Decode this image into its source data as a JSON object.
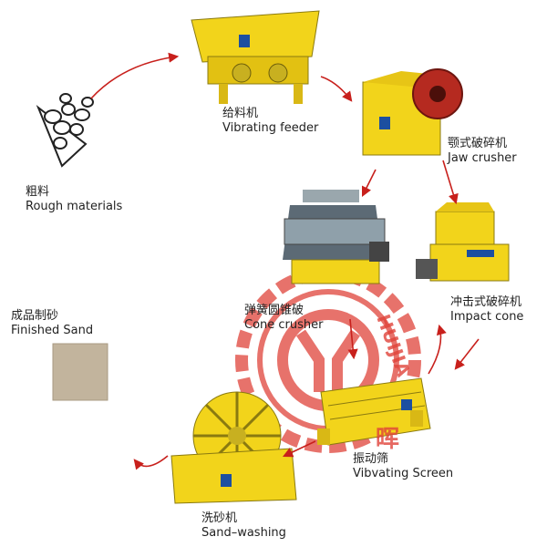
{
  "nodes": {
    "rough": {
      "cn": "粗料",
      "en": "Rough materials"
    },
    "feeder": {
      "cn": "给料机",
      "en": "Vibrating feeder"
    },
    "jaw": {
      "cn": "颚式破碎机",
      "en": "Jaw crusher"
    },
    "impact": {
      "cn": "冲击式破碎机",
      "en": "Impact cone"
    },
    "cone": {
      "cn": "弹簧圆锥破",
      "en": "Cone crusher"
    },
    "screen": {
      "cn": "振动筛",
      "en": "Vibvating Screen"
    },
    "washer": {
      "cn": "洗砂机",
      "en": "Sand–washing"
    },
    "sand": {
      "cn": "成品制砂",
      "en": "Finished Sand"
    }
  },
  "watermark": {
    "ring_text": "HUIJIA",
    "char": "晖"
  },
  "colors": {
    "arrow": "#c8201c",
    "machine": "#f2d41b",
    "watermark": "#e0433a",
    "label": "#222222"
  }
}
